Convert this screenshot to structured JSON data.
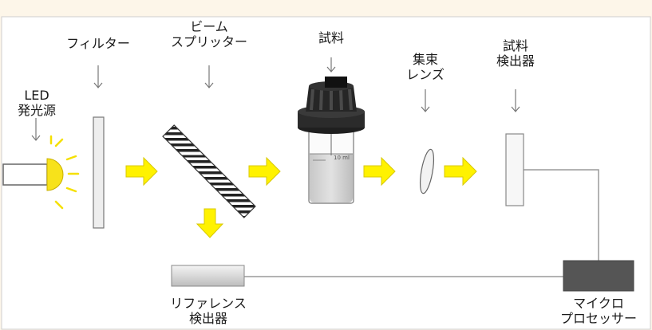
{
  "labels": {
    "led": [
      "LED",
      "発光源"
    ],
    "filter": [
      "フィルター"
    ],
    "beam_splitter": [
      "ビーム",
      "スプリッター"
    ],
    "sample": [
      "試料"
    ],
    "condenser_lens": [
      "集束",
      "レンズ"
    ],
    "sample_detector": [
      "試料",
      "検出器"
    ],
    "reference_detector": [
      "リファレンス",
      "検出器"
    ],
    "microprocessor": [
      "マイクロ",
      "プロセッサー"
    ]
  },
  "cuvette_text": "10 ml",
  "colors": {
    "background": "#fdf6e9",
    "panel": "#ffffff",
    "panel_border": "#cfcfcf",
    "arrow_fill": "#fff200",
    "arrow_stroke": "#d8c800",
    "led_yellow": "#f7e21b",
    "processor": "#555555",
    "line": "#9a9a9a"
  },
  "icons": [
    "down-arrow-icon",
    "yellow-light-arrow-icon"
  ]
}
